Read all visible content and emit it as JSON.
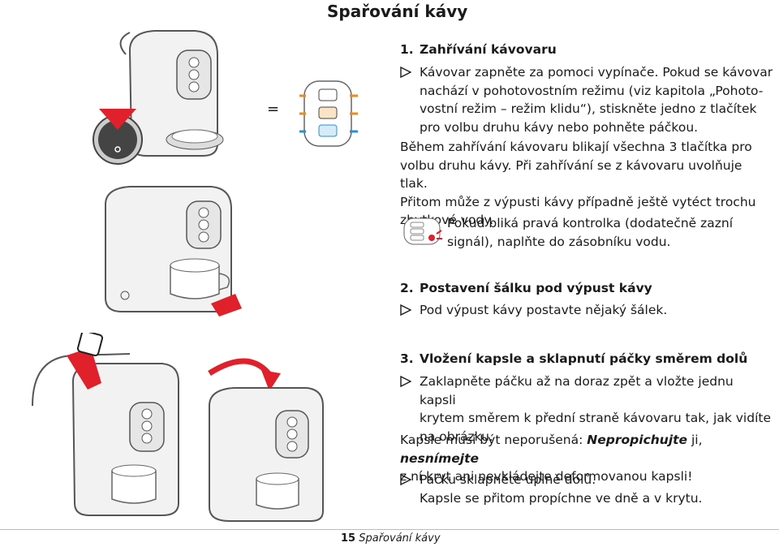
{
  "page_title": "Spařování kávy",
  "equals_sign": "=",
  "section1": {
    "number": "1.",
    "heading": "Zahřívání kávovaru",
    "bullet_text": "Kávovar zapněte za pomoci vypínače. Pokud se kávovar nachází v pohotovostním režimu (viz kapitola „Pohoto-vostní režim – režim klidu“), stiskněte jedno z tlačítek pro volbu druhu kávy nebo pohněte páčkou.",
    "bullet_lines": [
      "Kávovar zapněte za pomoci vypínače. Pokud se kávovar",
      "nachází v pohotovostním režimu (viz kapitola „Pohoto-",
      "vostní režim – režim klidu“), stiskněte jedno z tlačítek",
      "pro volbu druhu kávy nebo pohněte páčkou."
    ],
    "para_lines": [
      "Během zahřívání kávovaru blikají všechna 3 tlačítka pro",
      "volbu druhu kávy. Při zahřívání se z kávovaru uvolňuje tlak.",
      "Přitom může z výpusti kávy případně ještě vytéct trochu",
      "zbytkové vody."
    ],
    "note_lines": [
      "Pokud bliká pravá kontrolka (dodatečně zazní",
      "signál), naplňte do zásobníku vodu."
    ]
  },
  "section2": {
    "number": "2.",
    "heading": "Postavení šálku pod výpust kávy",
    "bullet_text": "Pod výpust kávy postavte nějaký šálek."
  },
  "section3": {
    "number": "3.",
    "heading": "Vložení kapsle a sklapnutí páčky směrem dolů",
    "bullet1_lines": [
      "Zaklapněte páčku až na doraz zpět a vložte jednu kapsli",
      "krytem směrem k přední straně kávovaru tak, jak vidíte",
      "na obrázku."
    ],
    "para_prefix": "Kapsle musí být neporušená: ",
    "para_em1": "Nepropichujte",
    "para_mid": " ji, ",
    "para_em2": "nesnímejte",
    "para_line2": "z ní kryt ani nevkládejte deformovanou kapsli!",
    "bullet2_line1": "Páčku sklapněte úplně dolů.",
    "bullet2_line2": "Kapsle se přitom propíchne ve dně a v krytu."
  },
  "footer": {
    "page_number": "15",
    "label": "Spařování kávy"
  },
  "colors": {
    "accent_red": "#e0202a",
    "accent_blue": "#2a8fd6",
    "accent_orange": "#f08a1c",
    "machine_stroke": "#555555",
    "machine_fill": "#f2f2f2"
  }
}
